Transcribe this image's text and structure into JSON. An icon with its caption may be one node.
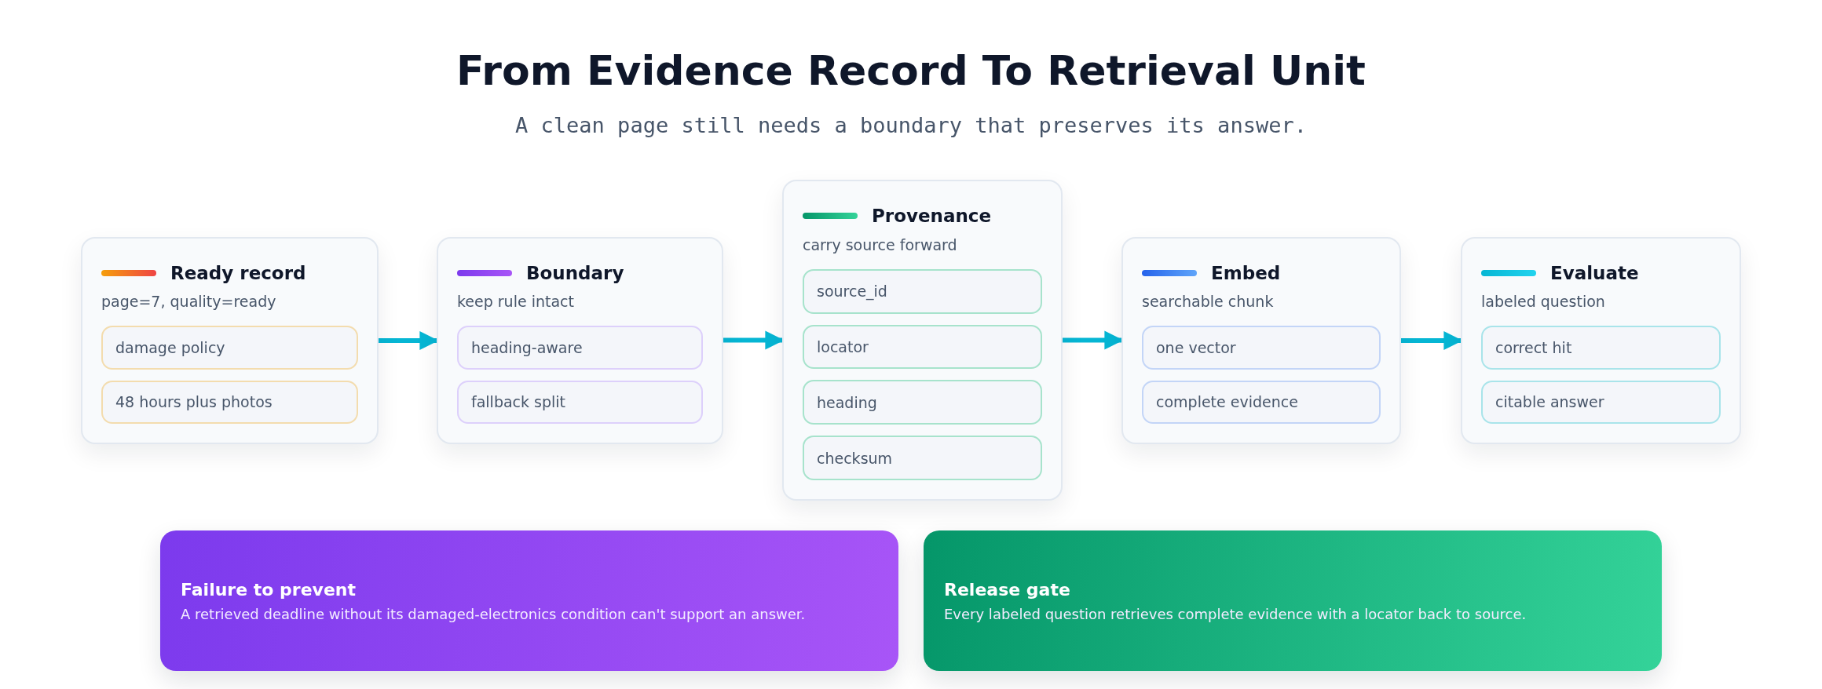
{
  "diagram": {
    "title": "From Evidence Record To Retrieval Unit",
    "caption": "A clean page still needs a boundary that preserves its answer.",
    "nodes": [
      {
        "text": [
          "Ready record",
          "page=7, quality=ready"
        ]
      },
      {
        "text": [
          "damage policy"
        ],
        "in": 0
      },
      {
        "text": [
          "48 hours plus photos"
        ],
        "in": 0
      },
      {
        "text": [
          "Boundary",
          "keep rule intact"
        ]
      },
      {
        "text": [
          "heading-aware"
        ],
        "in": 3
      },
      {
        "text": [
          "fallback split"
        ],
        "in": 3
      },
      {
        "text": [
          "Provenance",
          "carry source forward"
        ]
      },
      {
        "text": [
          "source_id"
        ],
        "in": 6
      },
      {
        "text": [
          "locator"
        ],
        "in": 6
      },
      {
        "text": [
          "heading"
        ],
        "in": 6
      },
      {
        "text": [
          "checksum"
        ],
        "in": 6
      },
      {
        "text": [
          "Embed",
          "searchable chunk"
        ]
      },
      {
        "text": [
          "one vector"
        ],
        "in": 11
      },
      {
        "text": [
          "complete evidence"
        ],
        "in": 11
      },
      {
        "text": [
          "Evaluate",
          "labeled question"
        ]
      },
      {
        "text": [
          "correct hit"
        ],
        "in": 14
      },
      {
        "text": [
          "citable answer"
        ],
        "in": 14
      },
      {
        "text": [
          "Failure to prevent",
          "A retrieved deadline without its damaged-electronics condition can't support an answer."
        ]
      },
      {
        "text": [
          "Release gate",
          "Every labeled question retrieves complete evidence with a locator back to source."
        ]
      }
    ],
    "edges": [
      {
        "from": 0,
        "to": 3,
        "arrow": "to"
      },
      {
        "from": 3,
        "to": 6,
        "arrow": "to"
      },
      {
        "from": 6,
        "to": 11,
        "arrow": "to"
      },
      {
        "from": 11,
        "to": 14,
        "arrow": "to"
      }
    ]
  }
}
